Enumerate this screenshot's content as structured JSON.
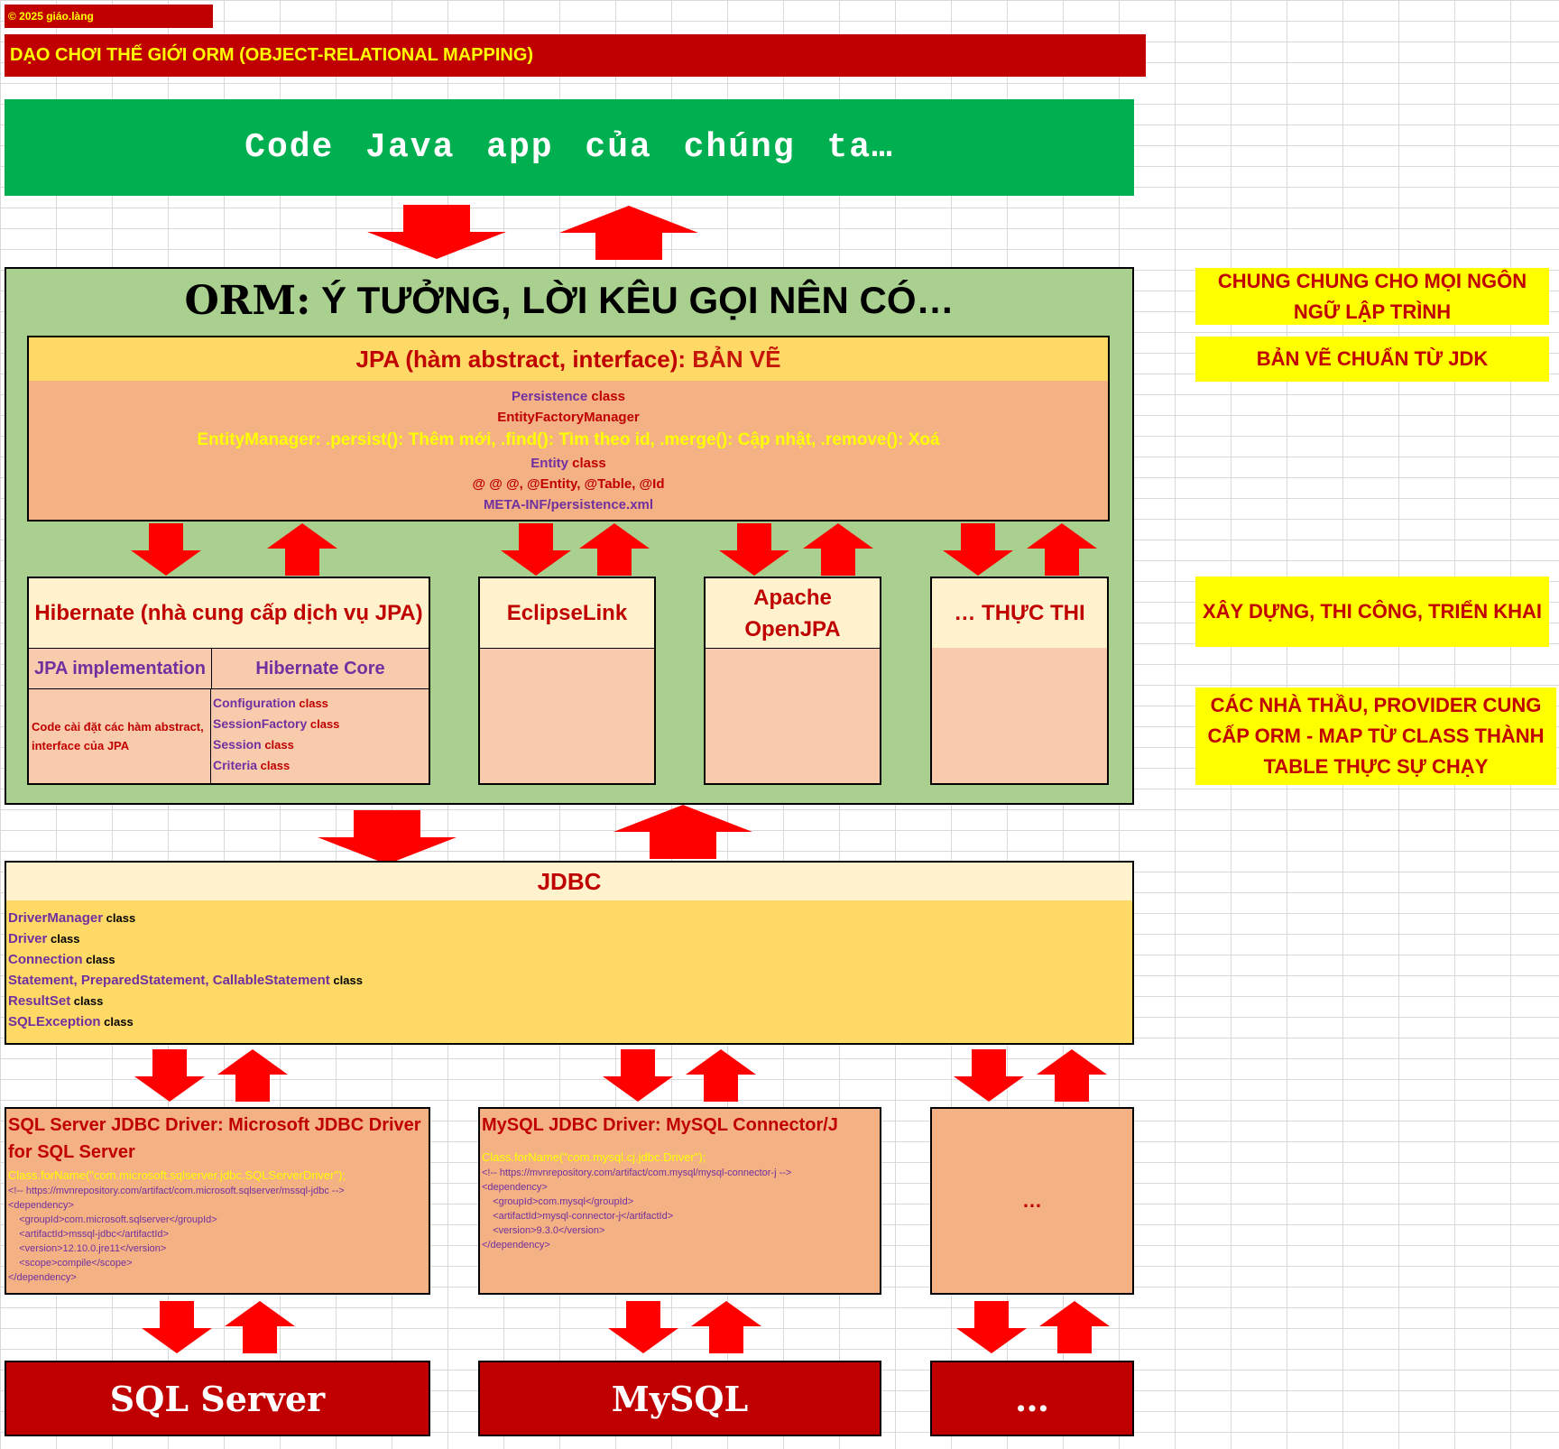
{
  "copyright": "© 2025 giáo.làng",
  "header_title": "DẠO CHƠI THẾ GIỚI ORM (OBJECT-RELATIONAL MAPPING)",
  "app_box": "Code Java app của chúng ta…",
  "orm": {
    "keyword": "ORM:",
    "title": " Ý TƯỞNG, LỜI KÊU GỌI NÊN CÓ…"
  },
  "jpa": {
    "title_red": "JPA (hàm abstract, interface):",
    "title_rest": " BẢN VẼ",
    "lines": {
      "persistence": "Persistence",
      "persistence_suffix": " class",
      "emf": "EntityFactoryManager",
      "em": "EntityManager: .persist(): Thêm mới, .find(): Tìm theo id, .merge(): Cập nhật, .remove(): Xoá",
      "entity": "Entity",
      "entity_suffix": " class",
      "annotations": "@ @ @, @Entity, @Table, @Id",
      "metainf": "META-INF/persistence.xml"
    }
  },
  "providers": {
    "hibernate": {
      "title": "Hibernate (nhà cung cấp dịch vụ JPA)",
      "col1_header": "JPA implementation",
      "col2_header": "Hibernate Core",
      "col1_text": "Code cài đặt các hàm abstract, interface của JPA",
      "classes": [
        {
          "name": "Configuration",
          "suffix": " class"
        },
        {
          "name": "SessionFactory",
          "suffix": " class"
        },
        {
          "name": "Session",
          "suffix": " class"
        },
        {
          "name": "Criteria",
          "suffix": " class"
        }
      ]
    },
    "eclipselink": "EclipseLink",
    "openjpa": "Apache OpenJPA",
    "other": "… THỰC THI"
  },
  "jdbc": {
    "title": "JDBC",
    "classes": [
      {
        "name": "DriverManager",
        "suffix": " class"
      },
      {
        "name": "Driver",
        "suffix": " class"
      },
      {
        "name": "Connection",
        "suffix": " class"
      },
      {
        "name": "Statement, PreparedStatement, CallableStatement",
        "suffix": " class"
      },
      {
        "name": "ResultSet",
        "suffix": " class"
      },
      {
        "name": "SQLException",
        "suffix": " class"
      }
    ]
  },
  "drivers": {
    "sqlserver": {
      "title": "SQL Server JDBC Driver: Microsoft JDBC Driver for SQL Server",
      "forname": "Class.forName(\"com.microsoft.sqlserver.jdbc.SQLServerDriver\");",
      "code": [
        "<!-- https://mvnrepository.com/artifact/com.microsoft.sqlserver/mssql-jdbc -->",
        "<dependency>",
        "    <groupId>com.microsoft.sqlserver</groupId>",
        "    <artifactId>mssql-jdbc</artifactId>",
        "    <version>12.10.0.jre11</version>",
        "    <scope>compile</scope>",
        "</dependency>"
      ]
    },
    "mysql": {
      "title": "MySQL JDBC Driver: MySQL Connector/J",
      "forname": "Class.forName(\"com.mysql.cj.jdbc.Driver\");",
      "code": [
        "<!-- https://mvnrepository.com/artifact/com.mysql/mysql-connector-j -->",
        "<dependency>",
        "    <groupId>com.mysql</groupId>",
        "    <artifactId>mysql-connector-j</artifactId>",
        "    <version>9.3.0</version>",
        "</dependency>"
      ]
    },
    "other": "…"
  },
  "databases": {
    "sqlserver": "SQL Server",
    "mysql": "MySQL",
    "other": "…"
  },
  "side_notes": {
    "general": "CHUNG CHUNG CHO MỌI NGÔN NGỮ LẬP TRÌNH",
    "jdk": "BẢN VẼ CHUẨN TỪ JDK",
    "build": "XÂY DỰNG, THI CÔNG, TRIỂN KHAI",
    "vendors": "CÁC NHÀ THẦU, PROVIDER CUNG CẤP ORM - MAP TỪ CLASS THÀNH TABLE THỰC SỰ CHẠY"
  },
  "colors": {
    "arrow": "#ff0000",
    "header_red": "#c00000",
    "app_green": "#00b050",
    "orm_green": "#a9d08e",
    "jpa_header": "#ffd966",
    "tan": "#f4b183",
    "note_yellow": "#ffff00"
  }
}
